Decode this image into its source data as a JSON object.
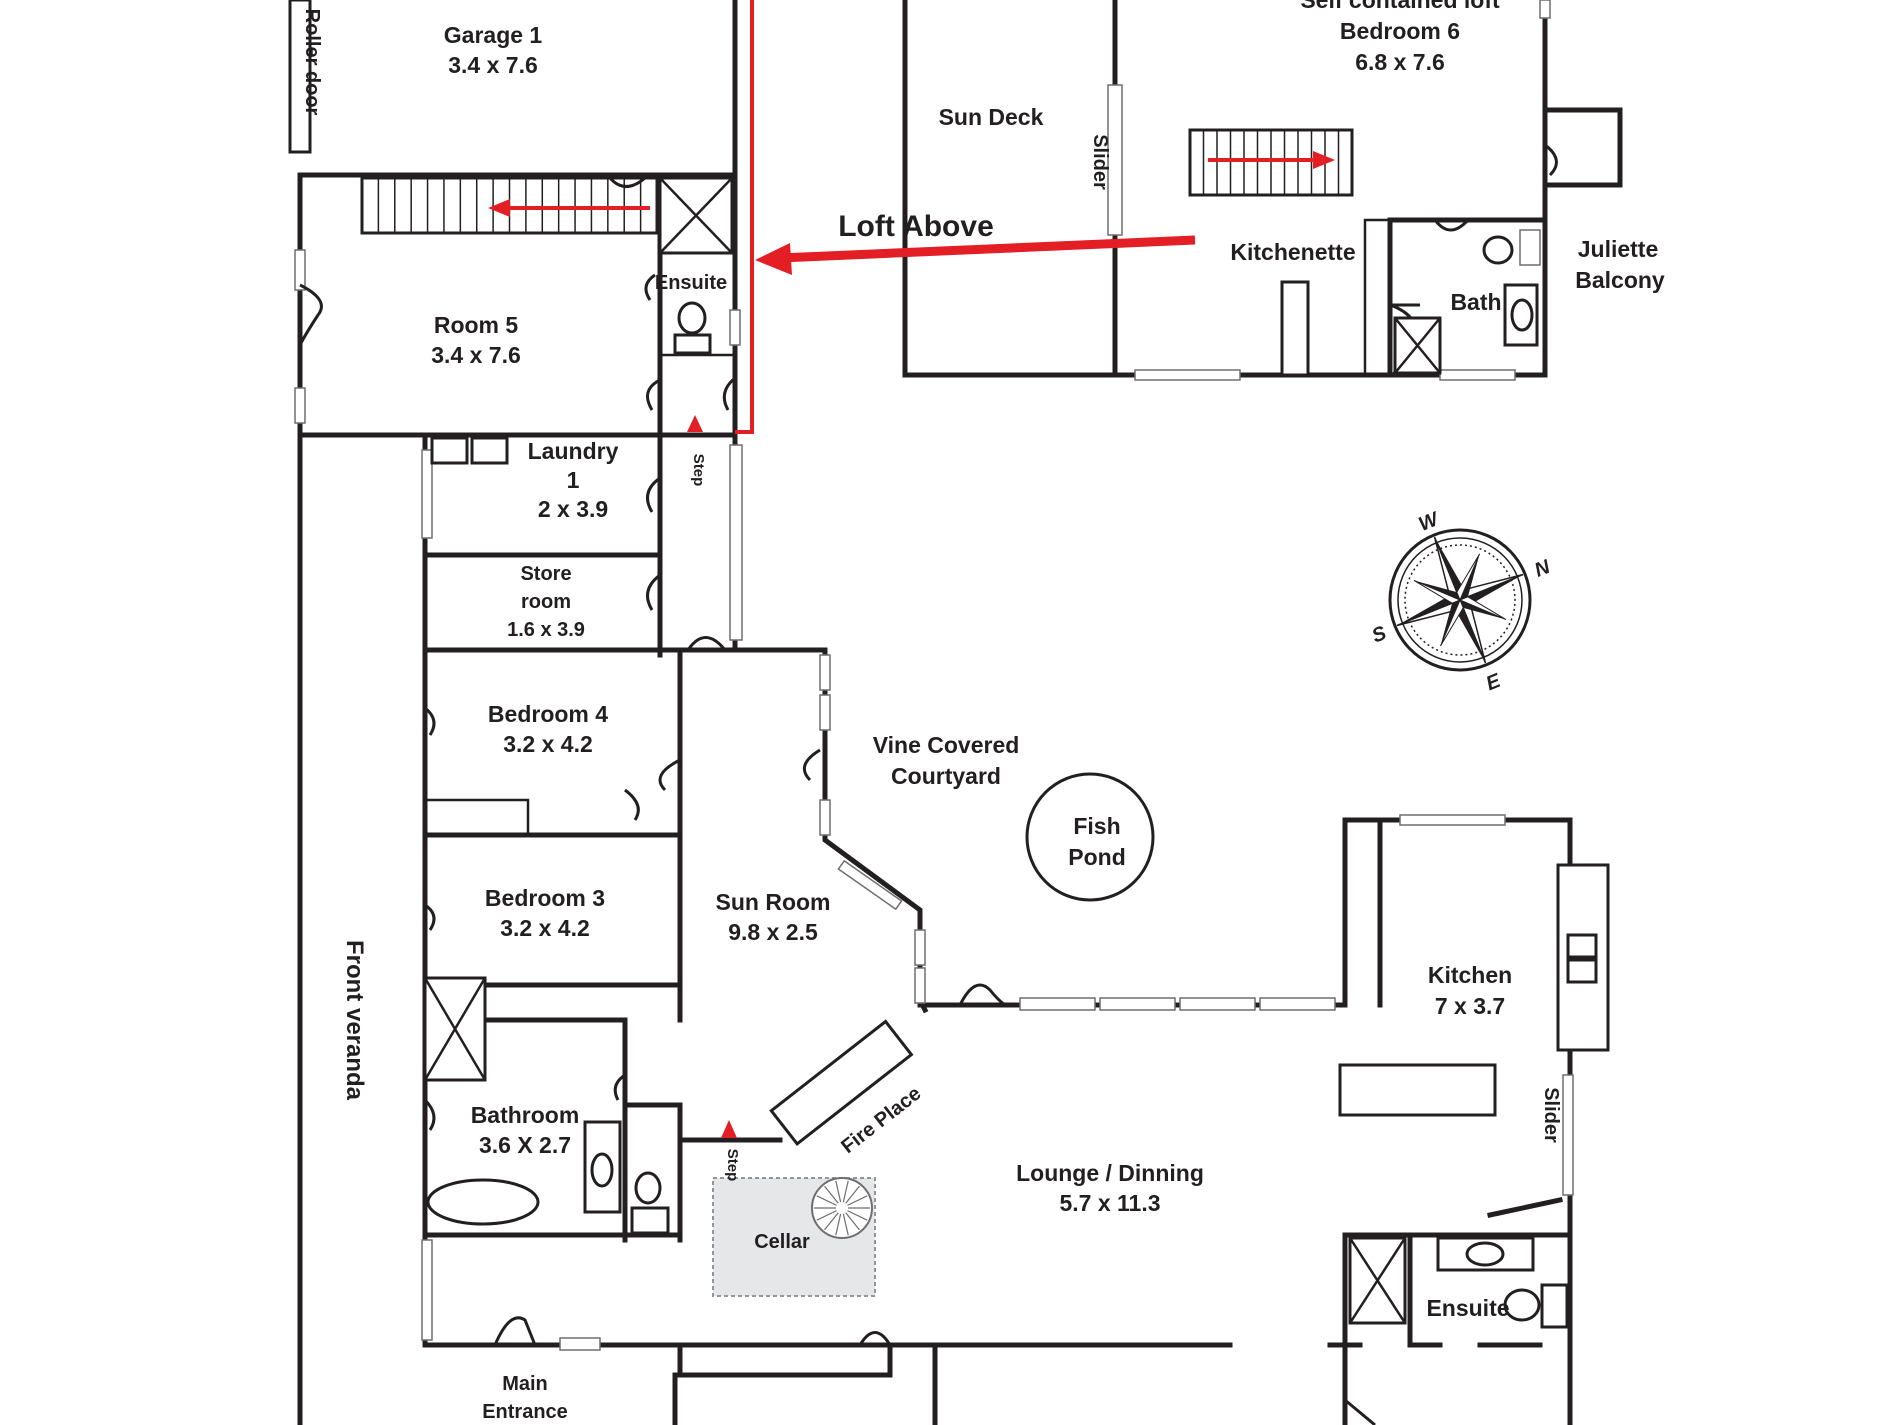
{
  "rooms": {
    "garage1": {
      "name": "Garage 1",
      "dims": "3.4 x 7.6"
    },
    "room5": {
      "name": "Room 5",
      "dims": "3.4 x 7.6"
    },
    "ensuite_upper": {
      "name": "Ensuite"
    },
    "laundry": {
      "name": "Laundry",
      "line2": "1",
      "dims": "2 x 3.9"
    },
    "store": {
      "line1": "Store",
      "line2": "room",
      "dims": "1.6 x 3.9"
    },
    "bedroom4": {
      "name": "Bedroom 4",
      "dims": "3.2 x 4.2"
    },
    "bedroom3": {
      "name": "Bedroom 3",
      "dims": "3.2 x 4.2"
    },
    "bathroom": {
      "name": "Bathroom",
      "dims": "3.6 X 2.7"
    },
    "sunroom": {
      "name": "Sun Room",
      "dims": "9.8 x 2.5"
    },
    "sundeck": {
      "name": "Sun Deck"
    },
    "bedroom6": {
      "line1": "Self contained loft",
      "name": "Bedroom 6",
      "dims": "6.8 x 7.6"
    },
    "kitchenette": {
      "name": "Kitchenette"
    },
    "bath": {
      "name": "Bath"
    },
    "juliette": {
      "line1": "Juliette",
      "line2": "Balcony"
    },
    "courtyard": {
      "line1": "Vine Covered",
      "line2": "Courtyard"
    },
    "fishpond": {
      "line1": "Fish",
      "line2": "Pond"
    },
    "kitchen": {
      "name": "Kitchen",
      "dims": "7 x 3.7"
    },
    "lounge": {
      "name": "Lounge / Dinning",
      "dims": "5.7 x 11.3"
    },
    "ensuite_lower": {
      "name": "Ensuite"
    },
    "cellar": {
      "name": "Cellar"
    },
    "main_entrance": {
      "line1": "Main",
      "line2": "Entrance"
    }
  },
  "labels": {
    "roller_door": "Roller door",
    "loft_above": "Loft Above",
    "slider_top": "Slider",
    "slider_kitchen": "Slider",
    "step_upper": "Step",
    "step_lower": "Step",
    "front_veranda": "Front veranda",
    "fire_place": "Fire Place"
  },
  "compass": {
    "n": "N",
    "s": "S",
    "e": "E",
    "w": "W"
  },
  "colors": {
    "wall": "#231f20",
    "arrow": "#e31e24",
    "cellar": "#e6e7e8"
  }
}
